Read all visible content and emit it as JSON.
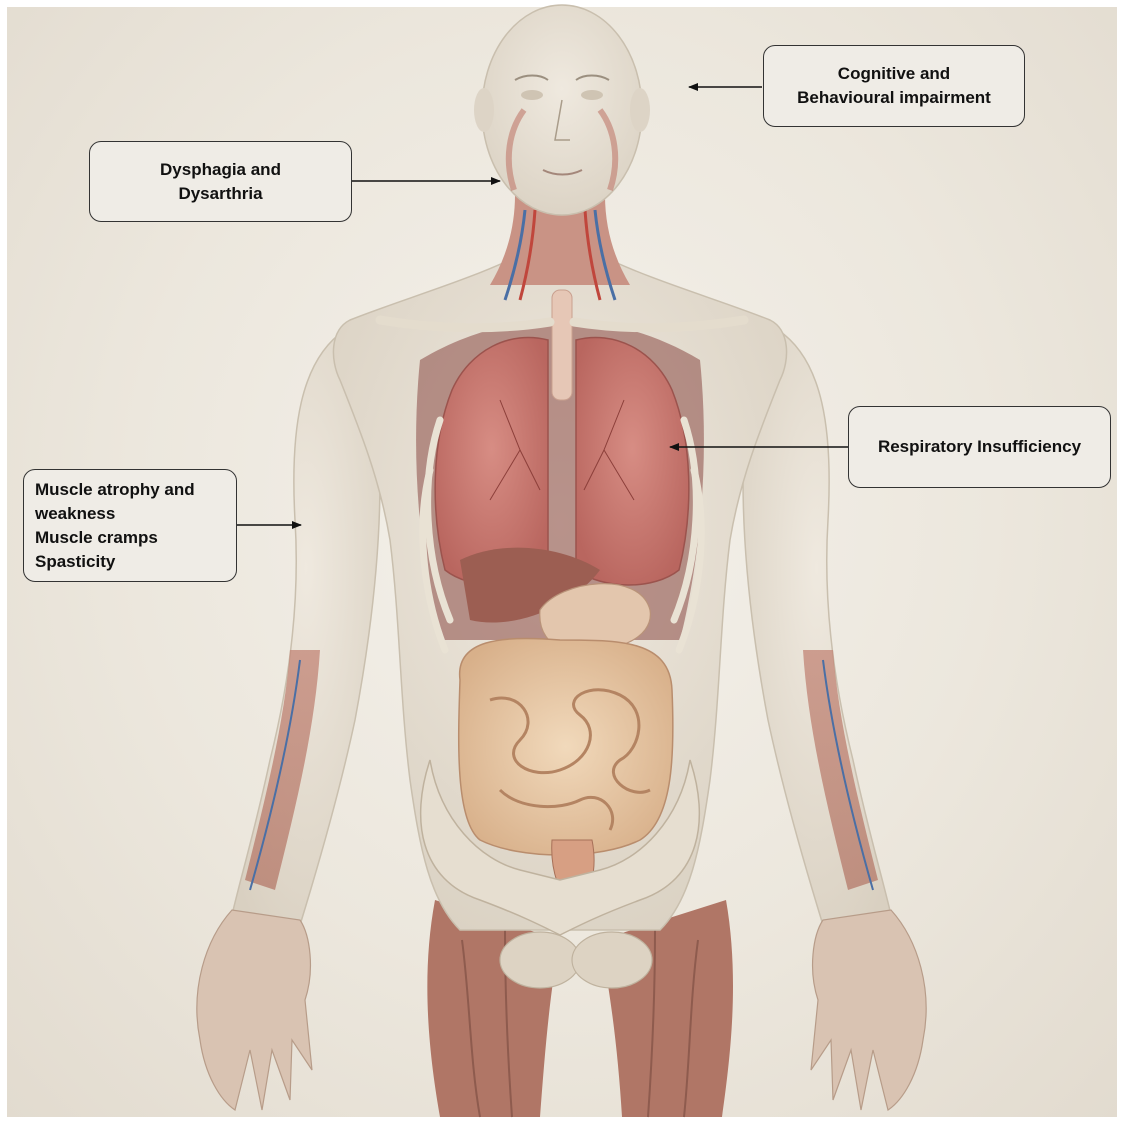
{
  "callouts": {
    "cognitive": {
      "line1": "Cognitive and",
      "line2": "Behavioural impairment"
    },
    "dysphagia": {
      "line1": "Dysphagia and",
      "line2": "Dysarthria"
    },
    "respiratory": {
      "line1": "Respiratory Insufficiency"
    },
    "muscle": {
      "line1": "Muscle atrophy and",
      "line2": "weakness",
      "line3": "Muscle cramps",
      "line4": "Spasticity"
    }
  },
  "colors": {
    "background": "#ece7dd",
    "skin": "#e4ddd0",
    "muscle": "#c98f80",
    "lung": "#c97a72",
    "intestine": "#e8c9a7",
    "callout_border": "#333333"
  }
}
